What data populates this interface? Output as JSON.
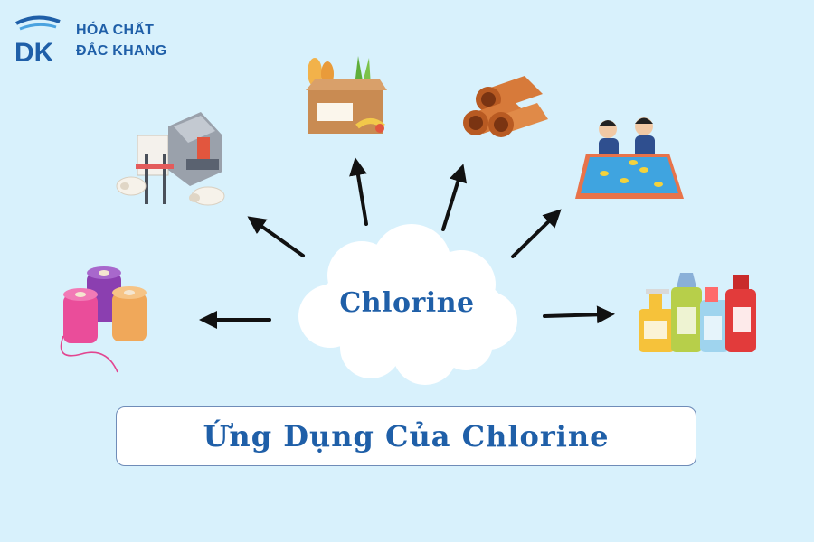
{
  "brand": {
    "name_line1": "HÓA CHẤT",
    "name_line2": "ĐẮC KHANG",
    "monogram": "DK",
    "color": "#1f5fa8"
  },
  "diagram": {
    "center_label": "Chlorine",
    "banner_title": "Ứng Dụng Của Chlorine",
    "applications": [
      {
        "id": "paper",
        "icon": "paper-machine-icon"
      },
      {
        "id": "food",
        "icon": "food-box-icon"
      },
      {
        "id": "pipes",
        "icon": "pvc-pipes-icon"
      },
      {
        "id": "aquaculture",
        "icon": "fish-farming-icon"
      },
      {
        "id": "textile",
        "icon": "thread-spools-icon"
      },
      {
        "id": "detergent",
        "icon": "cleaning-bottles-icon"
      }
    ]
  },
  "colors": {
    "background": "#d8f1fc",
    "accent": "#1f5fa8",
    "arrow": "#111111",
    "cloud": "#ffffff"
  }
}
